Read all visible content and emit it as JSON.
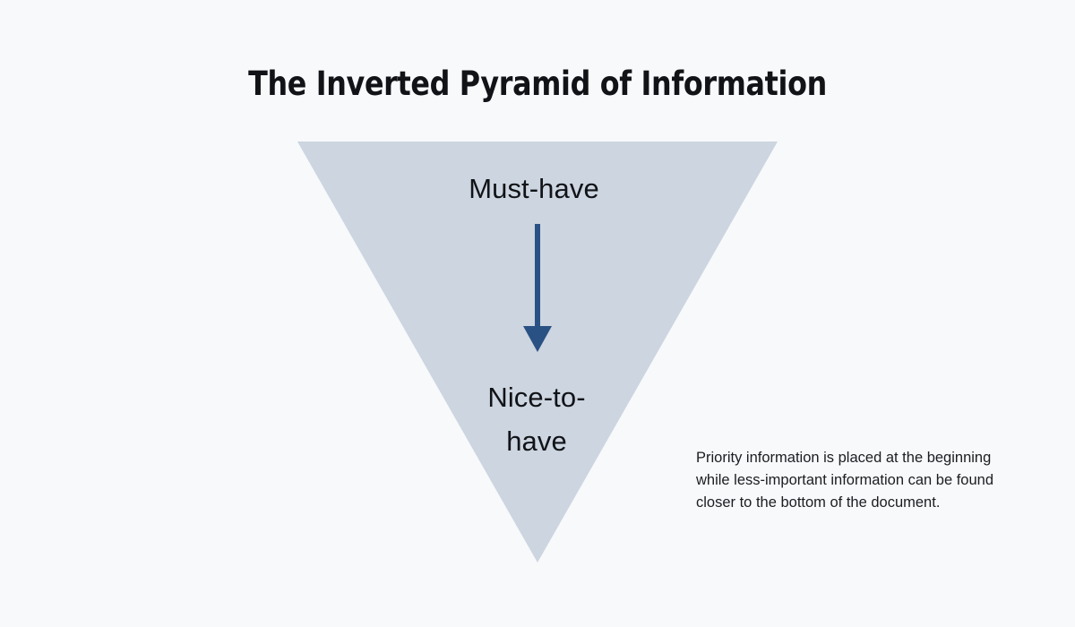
{
  "page": {
    "background_color": "#f8f9fb",
    "title": "The Inverted Pyramid of Information",
    "title_color": "#111317"
  },
  "diagram": {
    "shape_name": "inverted-pyramid",
    "fill_color": "#ccd5e0",
    "arrow_color": "#2a5183",
    "tiers": [
      {
        "id": "top",
        "label": "Must-have",
        "icon": "none"
      },
      {
        "id": "bottom",
        "label": "Nice-to-have",
        "label_line_1": "Nice-to-",
        "label_line_2": "have",
        "icon": "none"
      }
    ],
    "arrow": {
      "name": "downward-arrow",
      "direction": "down",
      "from_tier": "Must-have",
      "to_tier": "Nice-to-have"
    }
  },
  "caption": {
    "text": "Priority information is placed at the beginning while less-important information can be found closer to the bottom of the document.",
    "color": "#1b1d21"
  }
}
